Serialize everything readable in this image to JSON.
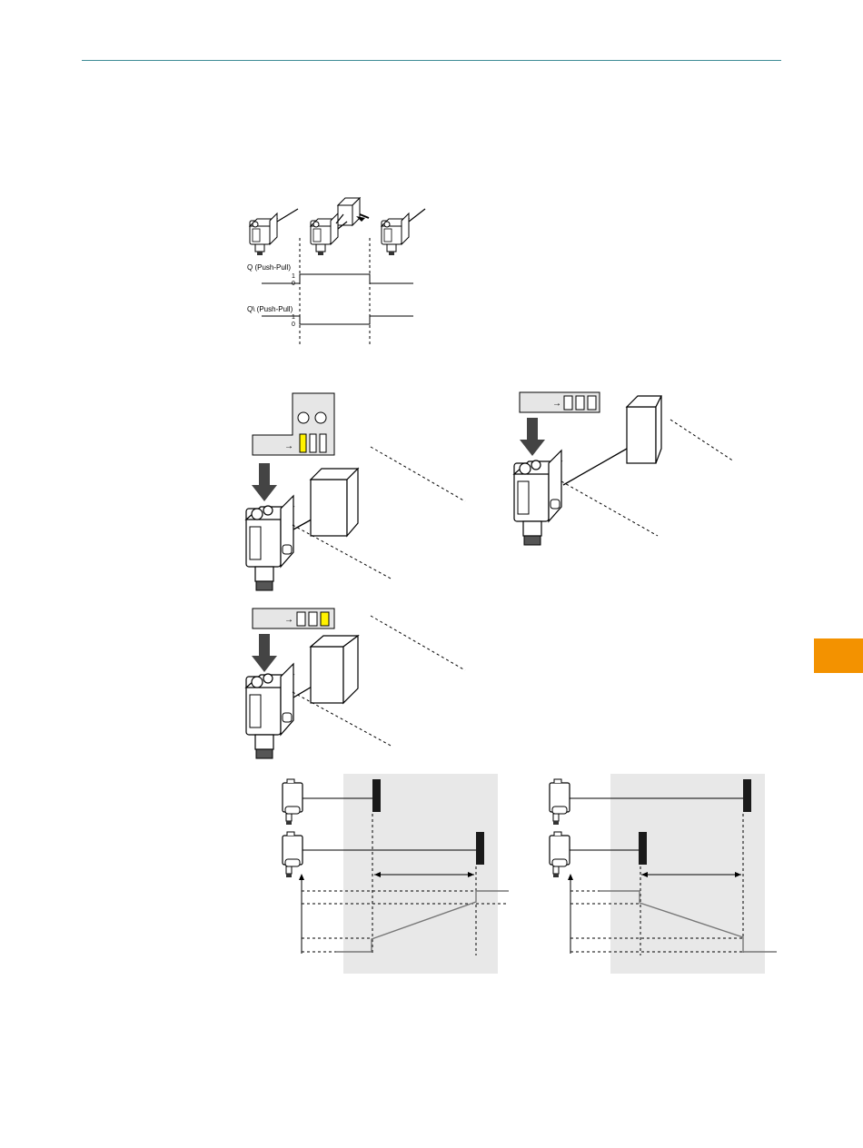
{
  "page": {
    "accent_color": "#3e8c95",
    "tab_color": "#f39200"
  },
  "timing_diagram": {
    "signal_q_label": "Q (Push-Pull)",
    "signal_qbar_label": "Q\\ (Push-Pull)",
    "level_high": "1",
    "level_low": "0"
  },
  "teach_panels": {
    "highlight_color": "#fff200",
    "panel_color": "#e6e6e6",
    "arrow_symbol": "→"
  },
  "characteristic_diagrams": {
    "background_color": "#e8e8e8"
  }
}
